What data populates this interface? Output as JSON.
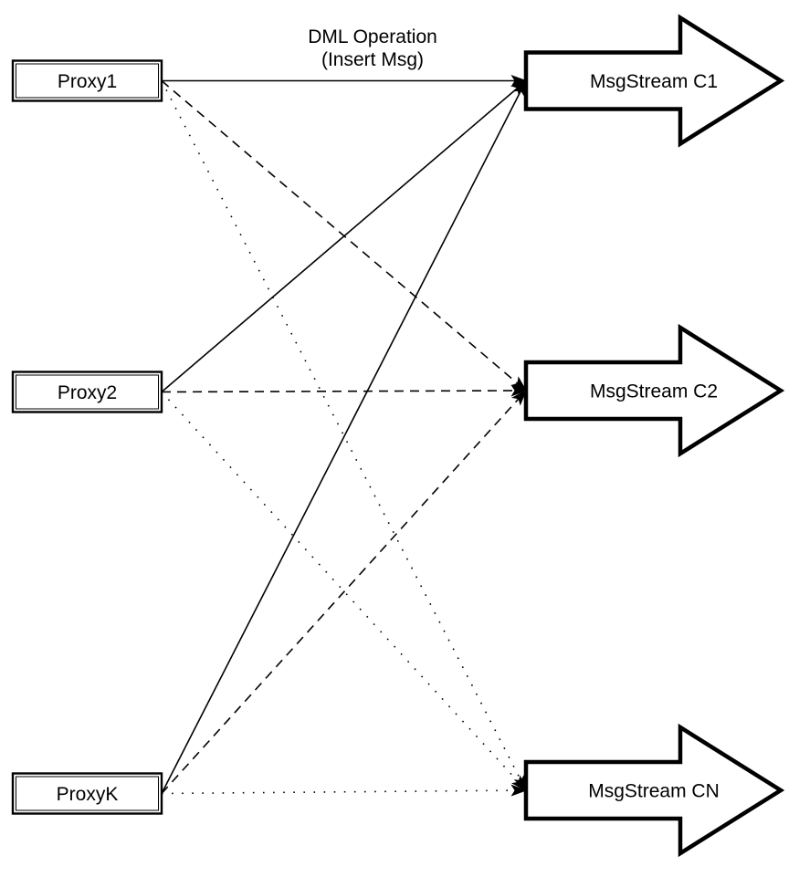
{
  "diagram": {
    "annotation": {
      "line1": "DML Operation",
      "line2": "(Insert Msg)"
    },
    "proxies": [
      {
        "label": "Proxy1"
      },
      {
        "label": "Proxy2"
      },
      {
        "label": "ProxyK"
      }
    ],
    "streams": [
      {
        "label": "MsgStream C1"
      },
      {
        "label": "MsgStream C2"
      },
      {
        "label": "MsgStream CN"
      }
    ],
    "edges": [
      {
        "from": "Proxy1",
        "to": "MsgStream C1",
        "style": "solid"
      },
      {
        "from": "Proxy1",
        "to": "MsgStream C2",
        "style": "dashed"
      },
      {
        "from": "Proxy1",
        "to": "MsgStream CN",
        "style": "dotted"
      },
      {
        "from": "Proxy2",
        "to": "MsgStream C1",
        "style": "solid"
      },
      {
        "from": "Proxy2",
        "to": "MsgStream C2",
        "style": "dashed"
      },
      {
        "from": "Proxy2",
        "to": "MsgStream CN",
        "style": "dotted"
      },
      {
        "from": "ProxyK",
        "to": "MsgStream C1",
        "style": "solid"
      },
      {
        "from": "ProxyK",
        "to": "MsgStream C2",
        "style": "dashed"
      },
      {
        "from": "ProxyK",
        "to": "MsgStream CN",
        "style": "dotted"
      }
    ],
    "colors": {
      "stroke": "#000000",
      "fill": "#ffffff"
    }
  }
}
